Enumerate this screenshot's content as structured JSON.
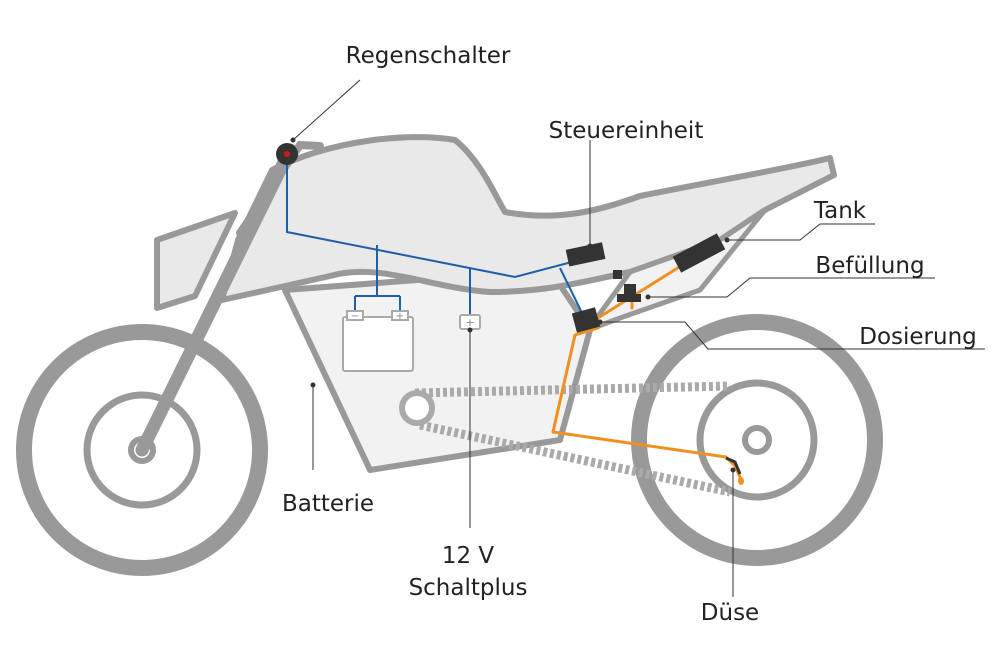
{
  "labels": {
    "rain_switch": "Regenschalter",
    "control_unit": "Steuereinheit",
    "tank": "Tank",
    "filling": "Befüllung",
    "dosing": "Dosierung",
    "battery": "Batterie",
    "switched_plus_line1": "12 V",
    "switched_plus_line2": "Schaltplus",
    "nozzle": "Düse"
  },
  "battery_terminals": {
    "minus": "−",
    "plus": "+"
  },
  "switched_plus_symbol": "+",
  "colors": {
    "frame": "#999999",
    "body_fill": "#e9e9e9",
    "panel_fill": "#f2f2f2",
    "electric_wire": "#1f5fa8",
    "oil_line": "#f0901e",
    "component": "#333333",
    "leader": "#333333",
    "rain_switch_dot": "#d01a1a"
  }
}
